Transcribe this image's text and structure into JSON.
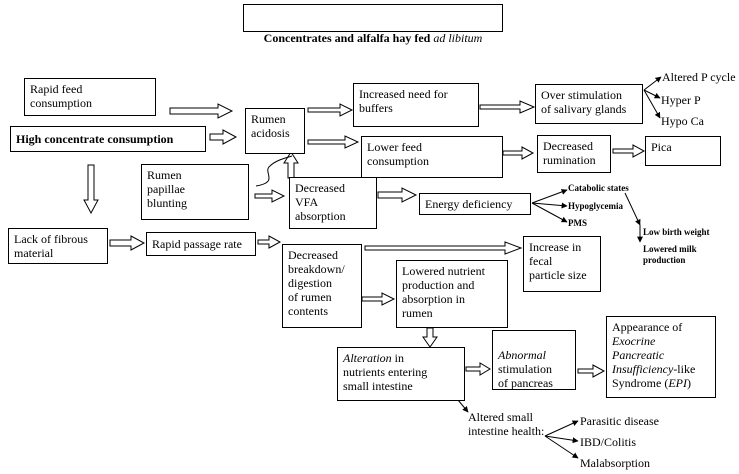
{
  "title": {
    "main": "Concentrates and alfalfa hay fed ",
    "italic": "ad libitum"
  },
  "boxes": {
    "rapid_feed": "Rapid feed\nconsumption",
    "high_concentrate": "High concentrate consumption",
    "rumen_acidosis": "Rumen\nacidosis",
    "need_buffers": "Increased need for\nbuffers",
    "over_stim": "Over stimulation\nof salivary glands",
    "lower_feed": "Lower feed\nconsumption",
    "decreased_rumination": "Decreased\nrumination",
    "pica": "Pica",
    "papillae": "Rumen\npapillae\nblunting",
    "decreased_vfa": "Decreased\nVFA\nabsorption",
    "energy_def": "Energy deficiency",
    "lack_fibrous": "Lack of fibrous\nmaterial",
    "rapid_passage": "Rapid passage rate",
    "decreased_breakdown": "Decreased\nbreakdown/\ndigestion\nof rumen\ncontents",
    "increase_fecal": "Increase in\nfecal\nparticle size",
    "lowered_nutrient": "Lowered nutrient\nproduction and\nabsorption in\nrumen",
    "alteration_italic": "Alteration",
    "alteration_rest": " in\nnutrients entering\nsmall intestine",
    "abnormal_italic": "Abnormal",
    "abnormal_rest": "\nstimulation\nof pancreas",
    "epi_1": "Appearance of",
    "epi_2": "Exocrine",
    "epi_3": "Pancreatic",
    "epi_4": "Insufficiency",
    "epi_5": "-like",
    "epi_6": "Syndrome (",
    "epi_7": "EPI",
    "epi_8": ")"
  },
  "labels": {
    "altered_p": "Altered P cycle",
    "hyper_p": "Hyper P",
    "hypo_ca": "Hypo Ca",
    "catabolic": "Catabolic states",
    "hypoglycemia": "Hypoglycemia",
    "pms": "PMS",
    "low_birth": "Low birth weight",
    "lowered_milk": "Lowered milk\nproduction",
    "altered_si": "Altered small\nintestine health:",
    "parasitic": "Parasitic disease",
    "ibd": "IBD/Colitis",
    "malabsorption": "Malabsorption"
  }
}
